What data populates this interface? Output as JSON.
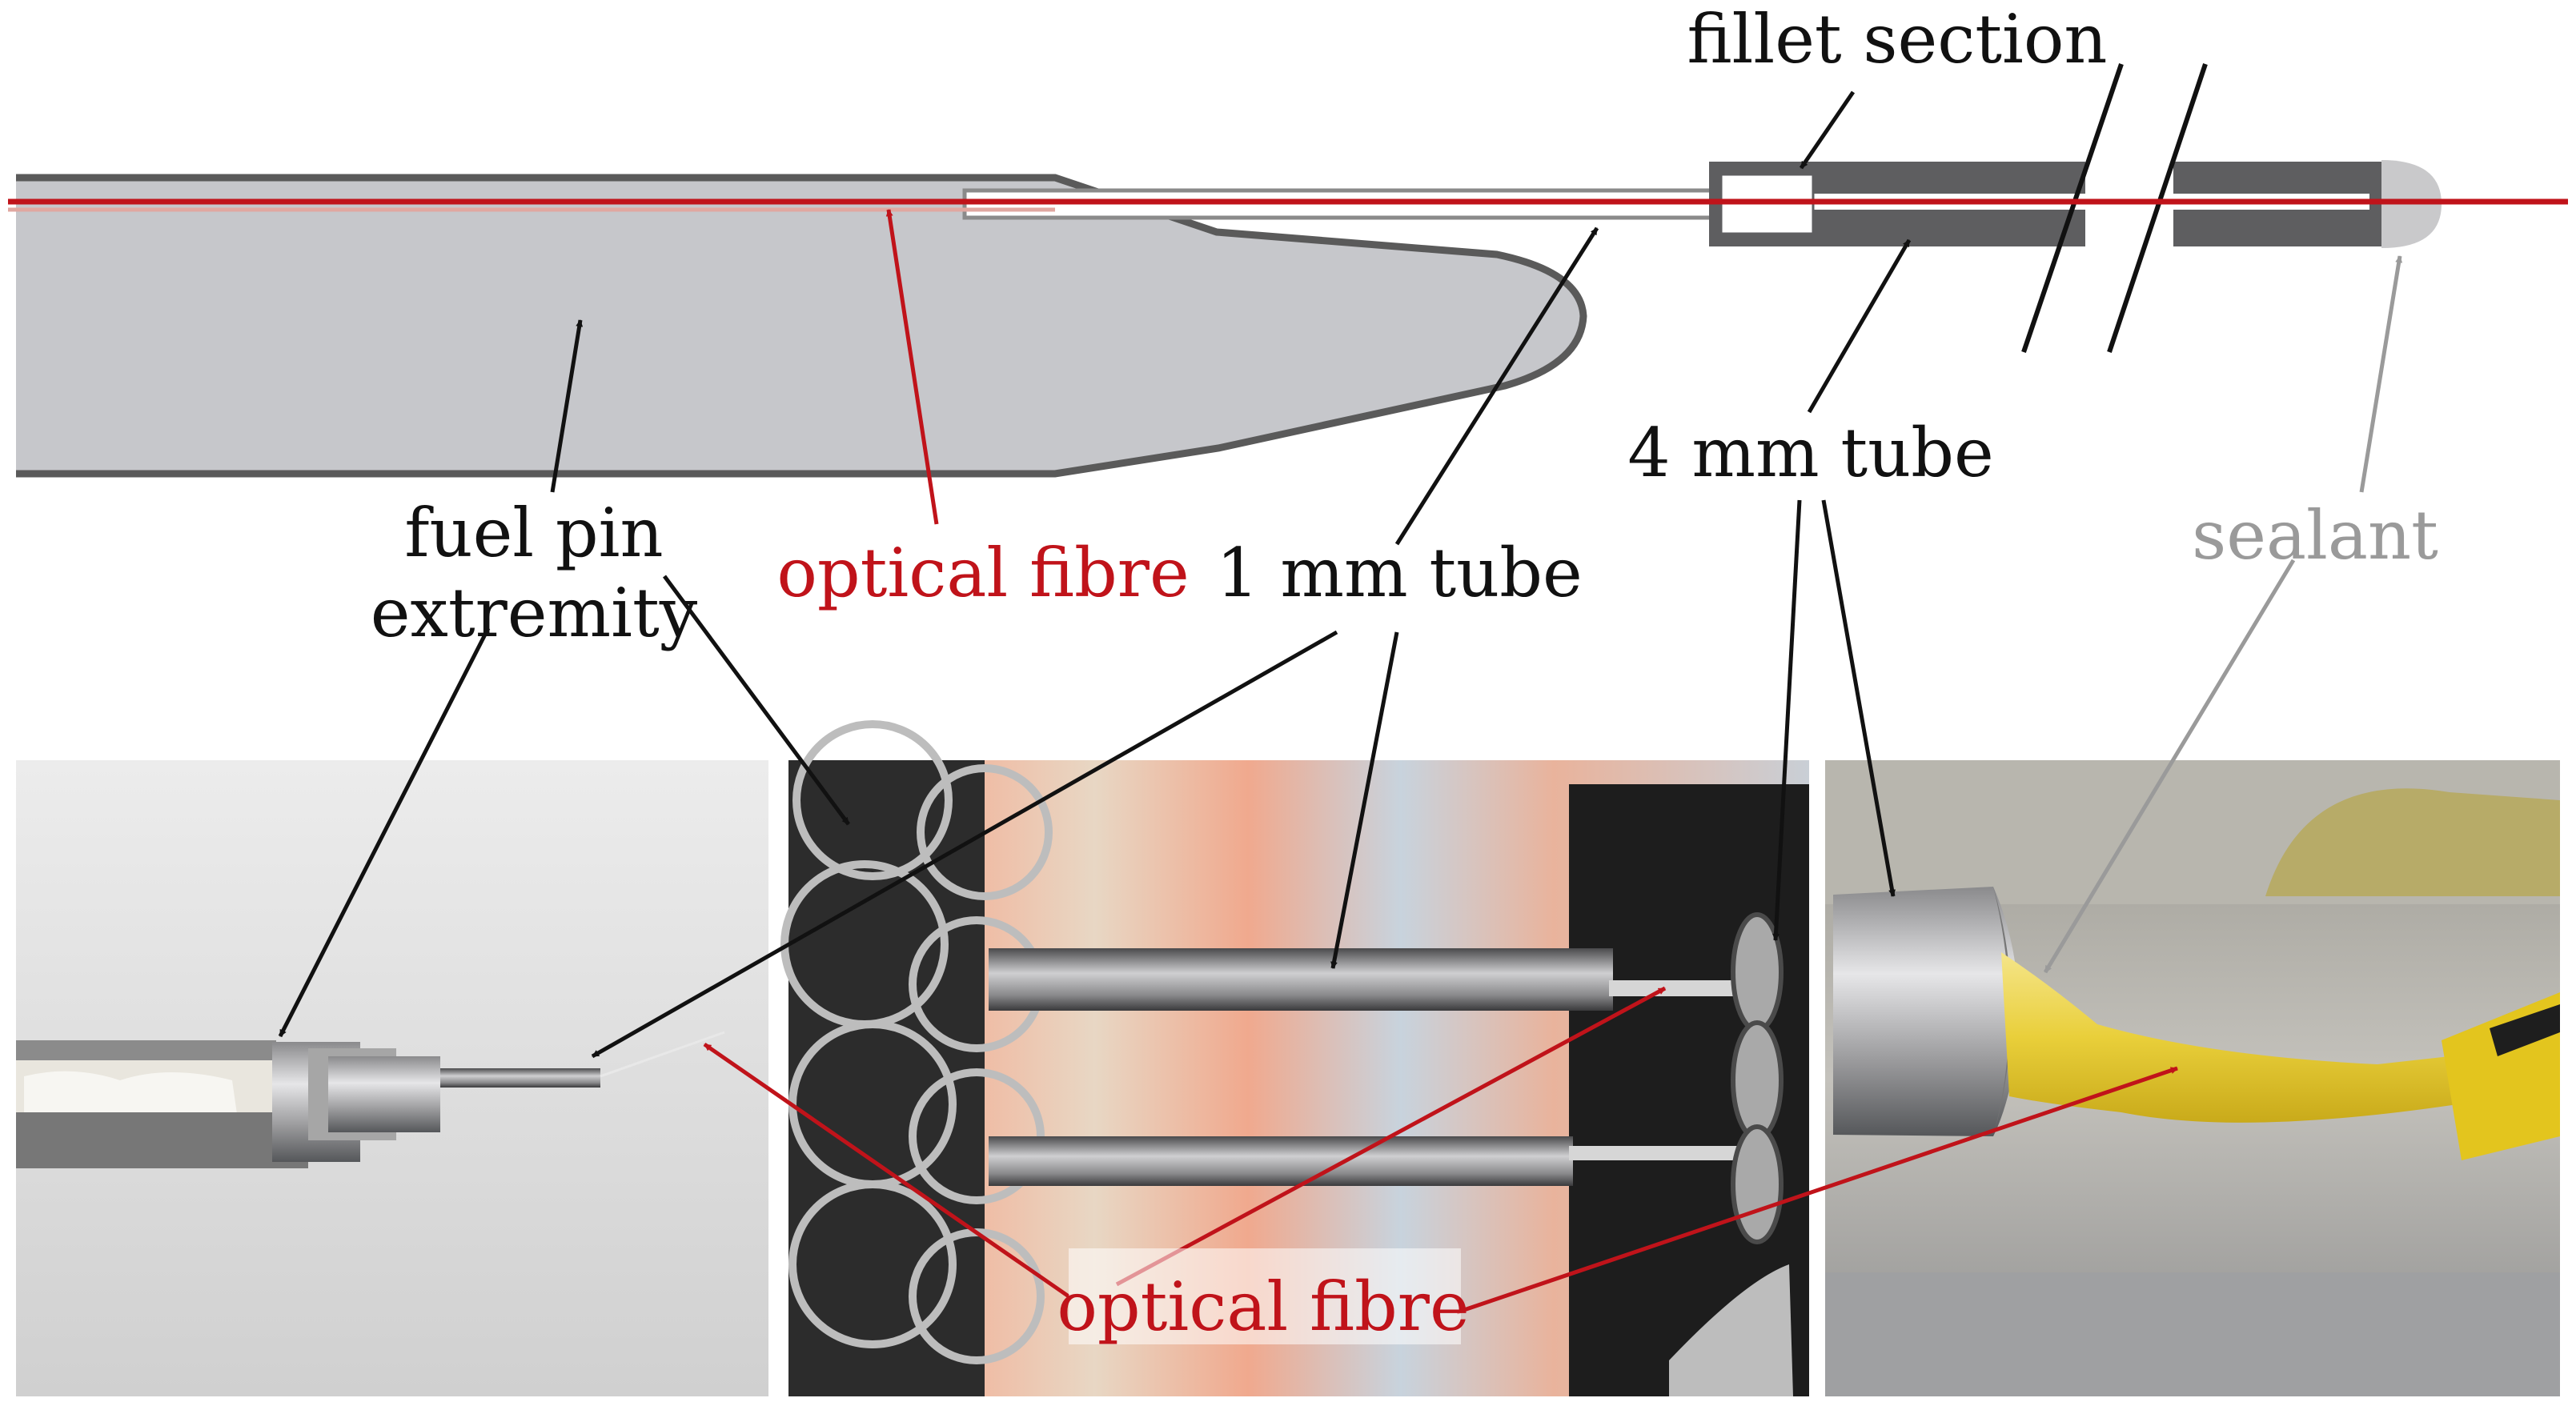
{
  "labels": {
    "fillet_section": "fillet section",
    "fuel_pin_line1": "fuel pin",
    "fuel_pin_line2": "extremity",
    "optical_fibre_top": "optical fibre",
    "tube_1mm": "1 mm tube",
    "tube_4mm": "4 mm tube",
    "sealant": "sealant",
    "optical_fibre_bottom": "optical fibre"
  },
  "colors": {
    "black_label": "#111111",
    "red_label": "#c0131a",
    "grey_label": "#9a9a9a",
    "pin_fill": "#c6c7cb",
    "outline": "#5a5a5a",
    "tube_4mm_fill": "#5e5e60",
    "fibre": "#c0131a"
  }
}
